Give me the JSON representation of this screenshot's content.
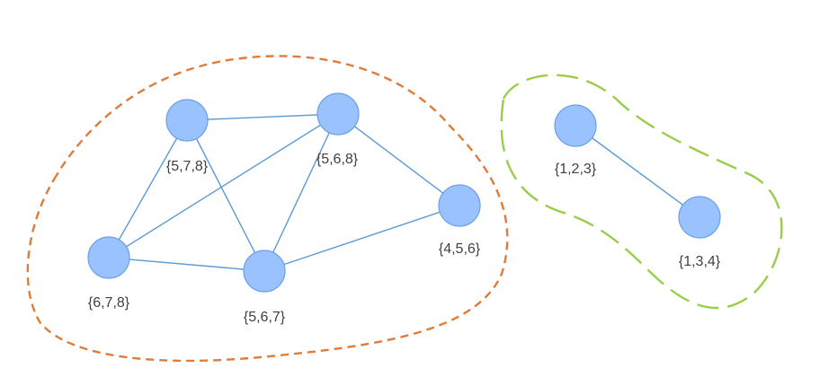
{
  "colors": {
    "node_fill": "#99c2ff",
    "node_stroke": "#6a9fe6",
    "edge": "#5b9bd5",
    "cluster_left": "#e07b39",
    "cluster_right": "#9acd4a",
    "label": "#3f3f3f"
  },
  "nodes": [
    {
      "id": "n578",
      "label": "{5,7,8}"
    },
    {
      "id": "n568",
      "label": "{5,6,8}"
    },
    {
      "id": "n456",
      "label": "{4,5,6}"
    },
    {
      "id": "n678",
      "label": "{6,7,8}"
    },
    {
      "id": "n567",
      "label": "{5,6,7}"
    },
    {
      "id": "n123",
      "label": "{1,2,3}"
    },
    {
      "id": "n134",
      "label": "{1,3,4}"
    }
  ],
  "edges": [
    {
      "from": "n578",
      "to": "n568"
    },
    {
      "from": "n578",
      "to": "n678"
    },
    {
      "from": "n578",
      "to": "n567"
    },
    {
      "from": "n568",
      "to": "n678"
    },
    {
      "from": "n568",
      "to": "n567"
    },
    {
      "from": "n568",
      "to": "n456"
    },
    {
      "from": "n678",
      "to": "n567"
    },
    {
      "from": "n567",
      "to": "n456"
    },
    {
      "from": "n123",
      "to": "n134"
    }
  ],
  "clusters": [
    {
      "id": "left-cluster",
      "style": "short-dash",
      "color_key": "cluster_left",
      "members": [
        "n578",
        "n568",
        "n456",
        "n678",
        "n567"
      ]
    },
    {
      "id": "right-cluster",
      "style": "long-dash",
      "color_key": "cluster_right",
      "members": [
        "n123",
        "n134"
      ]
    }
  ]
}
